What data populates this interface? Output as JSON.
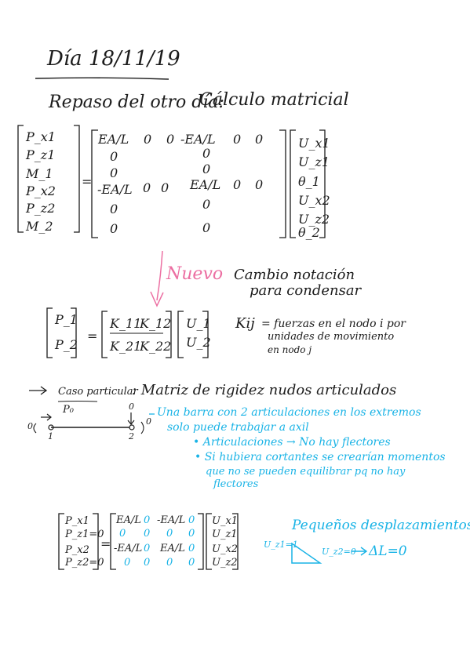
{
  "colors": {
    "ink": "#1c1c1c",
    "blue": "#19b3e6",
    "pink": "#ec6fa2"
  },
  "header": {
    "date": "Día 18/11/19"
  },
  "review": {
    "title": "Repaso del otro día:",
    "subtitle": "Cálculo matricial"
  },
  "matrix1": {
    "p_vector": [
      "P_x1",
      "P_z1",
      "M_1",
      "P_x2",
      "P_z2",
      "M_2"
    ],
    "rows": [
      [
        "EA/L",
        "0",
        "0",
        "-EA/L",
        "0",
        "0"
      ],
      [
        "0",
        "",
        "",
        "0",
        "",
        ""
      ],
      [
        "0",
        "",
        "",
        "0",
        "",
        ""
      ],
      [
        "-EA/L",
        "0",
        "0",
        "EA/L",
        "0",
        "0"
      ],
      [
        "0",
        "",
        "",
        "0",
        "",
        ""
      ],
      [
        "0",
        "",
        "",
        "0",
        "",
        ""
      ]
    ],
    "u_vector": [
      "U_x1",
      "U_z1",
      "θ_1",
      "U_x2",
      "U_z2",
      "θ_2"
    ]
  },
  "nuevo": {
    "label": "Nuevo"
  },
  "condense": {
    "line1": "Cambio notación",
    "line2": "para condensar"
  },
  "block": {
    "left": [
      "P_1",
      "P_2"
    ],
    "k": [
      [
        "K_11",
        "K_12"
      ],
      [
        "K_21",
        "K_22"
      ]
    ],
    "right": [
      "U_1",
      "U_2"
    ]
  },
  "kij": {
    "symbol": "Kij",
    "line1": "= fuerzas en el nodo i por",
    "line2": "unidades de movimiento",
    "line3": "en nodo j"
  },
  "caso": {
    "label": "Caso particular",
    "title": ": Matriz de rigidez nudos articulados"
  },
  "sketch": {
    "p0": "P₀",
    "zero_a": "0",
    "zero_b": "0",
    "zero_c": "0",
    "node1": "1",
    "node2": "2"
  },
  "notes": {
    "n1": "Una barra con 2 articulaciones en los extremos",
    "n2": "solo puede trabajar a axil",
    "n3": "• Articulaciones → No hay flectores",
    "n4": "• Si hubiera cortantes se crearían momentos",
    "n5": "que no se pueden equilibrar pq no hay",
    "n6": "flectores"
  },
  "matrix2": {
    "p_vector": [
      "P_x1",
      "P_z1=0",
      "P_x2",
      "P_z2=0"
    ],
    "rows": [
      [
        "EA/L",
        "0",
        "-EA/L",
        "0"
      ],
      [
        "0",
        "0",
        "0",
        "0"
      ],
      [
        "-EA/L",
        "0",
        "EA/L",
        "0"
      ],
      [
        "0",
        "0",
        "0",
        "0"
      ]
    ],
    "u_vector": [
      "U_x1",
      "U_z1",
      "U_x2",
      "U_z2"
    ]
  },
  "small": {
    "title": "Pequeños desplazamientos:",
    "uz1": "U_z1=1",
    "uz2": "U_z2=0",
    "result": "ΔL=0"
  }
}
